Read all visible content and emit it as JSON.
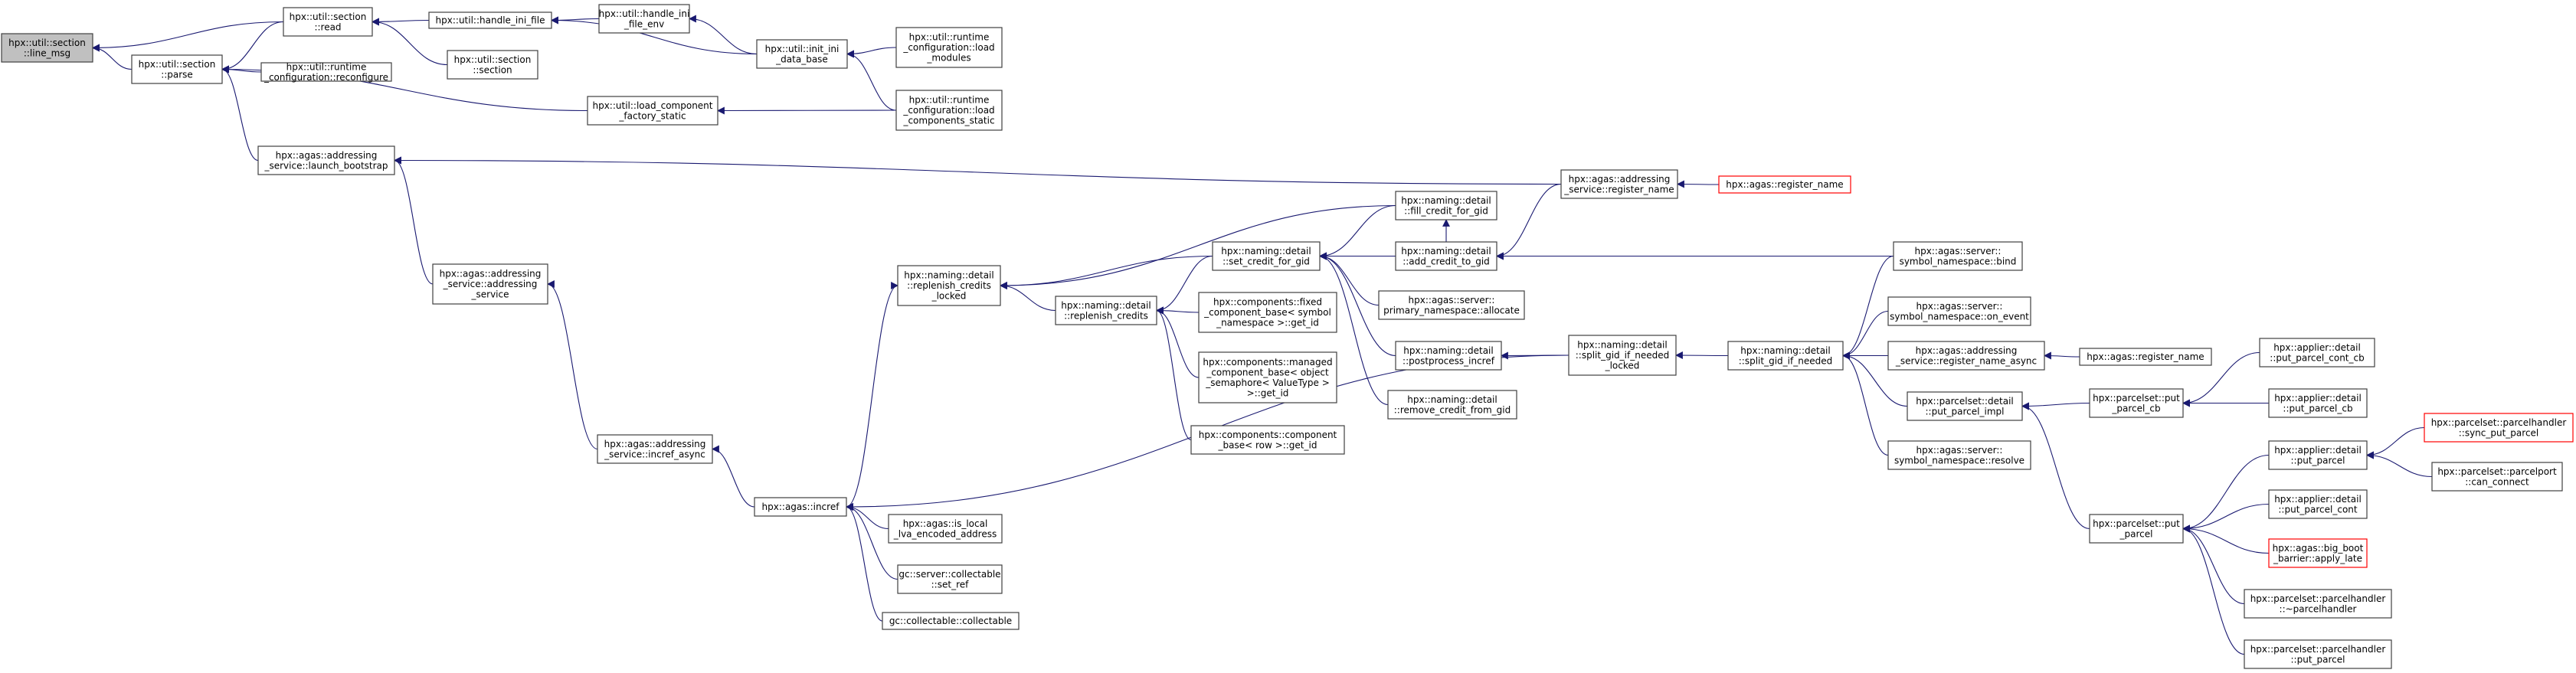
{
  "colors": {
    "edge": "#191970",
    "box": "#404040",
    "root_fill": "#c0c0c0",
    "red_box": "#ff0000"
  },
  "nodes": [
    {
      "id": "line_msg",
      "lines": [
        "hpx::util::section",
        "::line_msg"
      ],
      "kind": "root"
    },
    {
      "id": "section_read",
      "lines": [
        "hpx::util::section",
        "::read"
      ]
    },
    {
      "id": "section_parse",
      "lines": [
        "hpx::util::section",
        "::parse"
      ]
    },
    {
      "id": "handle_ini_file",
      "lines": [
        "hpx::util::handle_ini_file"
      ]
    },
    {
      "id": "section_section",
      "lines": [
        "hpx::util::section",
        "::section"
      ]
    },
    {
      "id": "rc_reconfigure",
      "lines": [
        "hpx::util::runtime",
        "_configuration::reconfigure"
      ]
    },
    {
      "id": "handle_ini_file_env",
      "lines": [
        "hpx::util::handle_ini",
        "_file_env"
      ]
    },
    {
      "id": "init_ini_data_base",
      "lines": [
        "hpx::util::init_ini",
        "_data_base"
      ]
    },
    {
      "id": "rc_load_modules",
      "lines": [
        "hpx::util::runtime",
        "_configuration::load",
        "_modules"
      ]
    },
    {
      "id": "load_component_factory_static",
      "lines": [
        "hpx::util::load_component",
        "_factory_static"
      ]
    },
    {
      "id": "rc_load_components_static",
      "lines": [
        "hpx::util::runtime",
        "_configuration::load",
        "_components_static"
      ]
    },
    {
      "id": "launch_bootstrap",
      "lines": [
        "hpx::agas::addressing",
        "_service::launch_bootstrap"
      ]
    },
    {
      "id": "addressing_service",
      "lines": [
        "hpx::agas::addressing",
        "_service::addressing",
        "_service"
      ]
    },
    {
      "id": "incref_async",
      "lines": [
        "hpx::agas::addressing",
        "_service::incref_async"
      ]
    },
    {
      "id": "agas_incref",
      "lines": [
        "hpx::agas::incref"
      ]
    },
    {
      "id": "is_local_lva",
      "lines": [
        "hpx::agas::is_local",
        "_lva_encoded_address"
      ]
    },
    {
      "id": "set_ref",
      "lines": [
        "gc::server::collectable",
        "::set_ref"
      ]
    },
    {
      "id": "collectable",
      "lines": [
        "gc::collectable::collectable"
      ]
    },
    {
      "id": "replenish_credits_locked",
      "lines": [
        "hpx::naming::detail",
        "::replenish_credits",
        "_locked"
      ]
    },
    {
      "id": "replenish_credits",
      "lines": [
        "hpx::naming::detail",
        "::replenish_credits"
      ]
    },
    {
      "id": "set_credit_for_gid",
      "lines": [
        "hpx::naming::detail",
        "::set_credit_for_gid"
      ]
    },
    {
      "id": "fixed_get_id",
      "lines": [
        "hpx::components::fixed",
        "_component_base< symbol",
        "_namespace >::get_id"
      ]
    },
    {
      "id": "managed_get_id",
      "lines": [
        "hpx::components::managed",
        "_component_base< object",
        "_semaphore< ValueType >",
        ">::get_id"
      ]
    },
    {
      "id": "component_get_id",
      "lines": [
        "hpx::components::component",
        "_base< row >::get_id"
      ]
    },
    {
      "id": "fill_credit_for_gid",
      "lines": [
        "hpx::naming::detail",
        "::fill_credit_for_gid"
      ]
    },
    {
      "id": "add_credit_to_gid",
      "lines": [
        "hpx::naming::detail",
        "::add_credit_to_gid"
      ]
    },
    {
      "id": "primary_allocate",
      "lines": [
        "hpx::agas::server::",
        "primary_namespace::allocate"
      ]
    },
    {
      "id": "postprocess_incref",
      "lines": [
        "hpx::naming::detail",
        "::postprocess_incref"
      ]
    },
    {
      "id": "remove_credit_from_gid",
      "lines": [
        "hpx::naming::detail",
        "::remove_credit_from_gid"
      ]
    },
    {
      "id": "split_gid_if_needed_locked",
      "lines": [
        "hpx::naming::detail",
        "::split_gid_if_needed",
        "_locked"
      ]
    },
    {
      "id": "register_name_service",
      "lines": [
        "hpx::agas::addressing",
        "_service::register_name"
      ]
    },
    {
      "id": "agas_register_name_red",
      "lines": [
        "hpx::agas::register_name"
      ],
      "kind": "red"
    },
    {
      "id": "split_gid_if_needed",
      "lines": [
        "hpx::naming::detail",
        "::split_gid_if_needed"
      ]
    },
    {
      "id": "symbol_bind",
      "lines": [
        "hpx::agas::server::",
        "symbol_namespace::bind"
      ]
    },
    {
      "id": "symbol_on_event",
      "lines": [
        "hpx::agas::server::",
        "symbol_namespace::on_event"
      ]
    },
    {
      "id": "register_name_async",
      "lines": [
        "hpx::agas::addressing",
        "_service::register_name_async"
      ]
    },
    {
      "id": "agas_register_name",
      "lines": [
        "hpx::agas::register_name"
      ]
    },
    {
      "id": "put_parcel_impl",
      "lines": [
        "hpx::parcelset::detail",
        "::put_parcel_impl"
      ]
    },
    {
      "id": "symbol_resolve",
      "lines": [
        "hpx::agas::server::",
        "symbol_namespace::resolve"
      ]
    },
    {
      "id": "put_parcel_cb",
      "lines": [
        "hpx::parcelset::put",
        "_parcel_cb"
      ]
    },
    {
      "id": "applier_put_parcel_cont_cb",
      "lines": [
        "hpx::applier::detail",
        "::put_parcel_cont_cb"
      ]
    },
    {
      "id": "applier_put_parcel_cb",
      "lines": [
        "hpx::applier::detail",
        "::put_parcel_cb"
      ]
    },
    {
      "id": "parcelset_put_parcel",
      "lines": [
        "hpx::parcelset::put",
        "_parcel"
      ]
    },
    {
      "id": "applier_put_parcel",
      "lines": [
        "hpx::applier::detail",
        "::put_parcel"
      ]
    },
    {
      "id": "sync_put_parcel",
      "lines": [
        "hpx::parcelset::parcelhandler",
        "::sync_put_parcel"
      ],
      "kind": "red"
    },
    {
      "id": "can_connect",
      "lines": [
        "hpx::parcelset::parcelport",
        "::can_connect"
      ]
    },
    {
      "id": "applier_put_parcel_cont",
      "lines": [
        "hpx::applier::detail",
        "::put_parcel_cont"
      ]
    },
    {
      "id": "big_boot_barrier",
      "lines": [
        "hpx::agas::big_boot",
        "_barrier::apply_late"
      ],
      "kind": "red"
    },
    {
      "id": "parcelhandler_dtor",
      "lines": [
        "hpx::parcelset::parcelhandler",
        "::~parcelhandler"
      ]
    },
    {
      "id": "parcelhandler_put_parcel",
      "lines": [
        "hpx::parcelset::parcelhandler",
        "::put_parcel"
      ]
    }
  ],
  "edges": [
    [
      "section_read",
      "line_msg"
    ],
    [
      "section_parse",
      "line_msg"
    ],
    [
      "handle_ini_file",
      "section_read"
    ],
    [
      "section_section",
      "section_read"
    ],
    [
      "section_read",
      "section_parse"
    ],
    [
      "rc_reconfigure",
      "section_parse"
    ],
    [
      "handle_ini_file_env",
      "handle_ini_file"
    ],
    [
      "init_ini_data_base",
      "handle_ini_file"
    ],
    [
      "init_ini_data_base",
      "handle_ini_file_env"
    ],
    [
      "rc_load_modules",
      "init_ini_data_base"
    ],
    [
      "rc_load_components_static",
      "init_ini_data_base"
    ],
    [
      "load_component_factory_static",
      "section_parse"
    ],
    [
      "rc_load_components_static",
      "load_component_factory_static"
    ],
    [
      "launch_bootstrap",
      "section_parse"
    ],
    [
      "register_name_service",
      "launch_bootstrap"
    ],
    [
      "addressing_service",
      "launch_bootstrap"
    ],
    [
      "incref_async",
      "addressing_service"
    ],
    [
      "agas_incref",
      "incref_async"
    ],
    [
      "is_local_lva",
      "agas_incref"
    ],
    [
      "set_ref",
      "agas_incref"
    ],
    [
      "collectable",
      "agas_incref"
    ],
    [
      "agas_incref",
      "replenish_credits_locked"
    ],
    [
      "split_gid_if_needed_locked",
      "agas_incref"
    ],
    [
      "replenish_credits",
      "replenish_credits_locked"
    ],
    [
      "set_credit_for_gid",
      "replenish_credits_locked"
    ],
    [
      "fill_credit_for_gid",
      "replenish_credits_locked"
    ],
    [
      "set_credit_for_gid",
      "replenish_credits"
    ],
    [
      "fixed_get_id",
      "replenish_credits"
    ],
    [
      "managed_get_id",
      "replenish_credits"
    ],
    [
      "component_get_id",
      "replenish_credits"
    ],
    [
      "fill_credit_for_gid",
      "set_credit_for_gid"
    ],
    [
      "add_credit_to_gid",
      "set_credit_for_gid"
    ],
    [
      "primary_allocate",
      "set_credit_for_gid"
    ],
    [
      "postprocess_incref",
      "set_credit_for_gid"
    ],
    [
      "remove_credit_from_gid",
      "set_credit_for_gid"
    ],
    [
      "add_credit_to_gid",
      "fill_credit_for_gid"
    ],
    [
      "register_name_service",
      "add_credit_to_gid"
    ],
    [
      "symbol_bind",
      "add_credit_to_gid"
    ],
    [
      "split_gid_if_needed_locked",
      "postprocess_incref"
    ],
    [
      "agas_register_name_red",
      "register_name_service"
    ],
    [
      "split_gid_if_needed",
      "split_gid_if_needed_locked"
    ],
    [
      "symbol_bind",
      "split_gid_if_needed"
    ],
    [
      "symbol_on_event",
      "split_gid_if_needed"
    ],
    [
      "register_name_async",
      "split_gid_if_needed"
    ],
    [
      "put_parcel_impl",
      "split_gid_if_needed"
    ],
    [
      "symbol_resolve",
      "split_gid_if_needed"
    ],
    [
      "agas_register_name",
      "register_name_async"
    ],
    [
      "put_parcel_cb",
      "put_parcel_impl"
    ],
    [
      "parcelset_put_parcel",
      "put_parcel_impl"
    ],
    [
      "applier_put_parcel_cont_cb",
      "put_parcel_cb"
    ],
    [
      "applier_put_parcel_cb",
      "put_parcel_cb"
    ],
    [
      "applier_put_parcel",
      "parcelset_put_parcel"
    ],
    [
      "applier_put_parcel_cont",
      "parcelset_put_parcel"
    ],
    [
      "big_boot_barrier",
      "parcelset_put_parcel"
    ],
    [
      "parcelhandler_dtor",
      "parcelset_put_parcel"
    ],
    [
      "parcelhandler_put_parcel",
      "parcelset_put_parcel"
    ],
    [
      "sync_put_parcel",
      "applier_put_parcel"
    ],
    [
      "can_connect",
      "applier_put_parcel"
    ]
  ]
}
